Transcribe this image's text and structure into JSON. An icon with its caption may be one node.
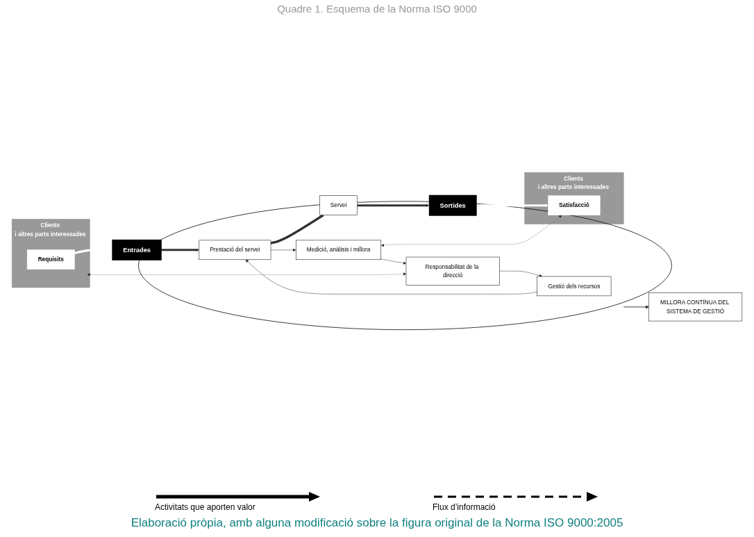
{
  "diagram": {
    "title": "Quadre 1. Esquema de la Norma ISO 9000",
    "caption": "Elaboració pròpia, amb alguna modificació sobre la figura original de la Norma ISO 9000:2005",
    "nodes": [
      {
        "text": [
          "MILLORA CONTÍNUA DEL SISTEMA DE GESTIÓ"
        ]
      },
      {
        "text": [
          "Clients",
          "i altres parts interessades"
        ]
      },
      {
        "text": [
          "Requisits"
        ],
        "in": 1
      },
      {
        "text": [],
        "shape": "circle"
      },
      {
        "text": [
          "Responsabilitat de la direcció"
        ],
        "in": 3
      },
      {
        "text": [
          "Gestió dels recursos"
        ],
        "in": 3
      },
      {
        "text": [
          "Medició, anàlisis i millora"
        ],
        "in": 3
      },
      {
        "text": [
          "Prestació del servei"
        ],
        "in": 3
      },
      {
        "text": [
          "Clients",
          "i altres parts interessades"
        ]
      },
      {
        "text": [
          "Satisfacció"
        ],
        "in": 8
      },
      {
        "text": [
          "Entrades"
        ]
      },
      {
        "text": [
          "Servei"
        ]
      },
      {
        "text": [
          "Sortides"
        ]
      }
    ],
    "edges": [
      {
        "from": 1,
        "to": 4,
        "arrow": "both",
        "style": "dashed"
      },
      {
        "from": 4,
        "to": 5,
        "arrow": "to"
      },
      {
        "from": 5,
        "to": 7,
        "arrow": "to"
      },
      {
        "from": 7,
        "to": 6,
        "arrow": "to"
      },
      {
        "from": 6,
        "to": 4,
        "arrow": "to"
      },
      {
        "from": 3,
        "to": 0,
        "arrow": "to"
      },
      {
        "from": 6,
        "to": 9,
        "arrow": "both",
        "style": "dashed"
      },
      {
        "from": 2,
        "to": 10,
        "arrow": "to",
        "color": "#ffffff",
        "style": "thick"
      },
      {
        "from": 10,
        "to": 7,
        "arrow": "to",
        "style": "thick",
        "color": "#333333"
      },
      {
        "from": 7,
        "to": 11,
        "arrow": "none",
        "style": "thick",
        "color": "#333333"
      },
      {
        "from": 11,
        "to": 12,
        "arrow": "to",
        "style": "thick",
        "color": "#333333"
      },
      {
        "from": 12,
        "to": 9,
        "arrow": "to",
        "color": "#ffffff",
        "style": "thick"
      }
    ],
    "legend": [
      {
        "text": "Activitats que aporten valor"
      },
      {
        "text": "Flux d’informació"
      }
    ]
  }
}
